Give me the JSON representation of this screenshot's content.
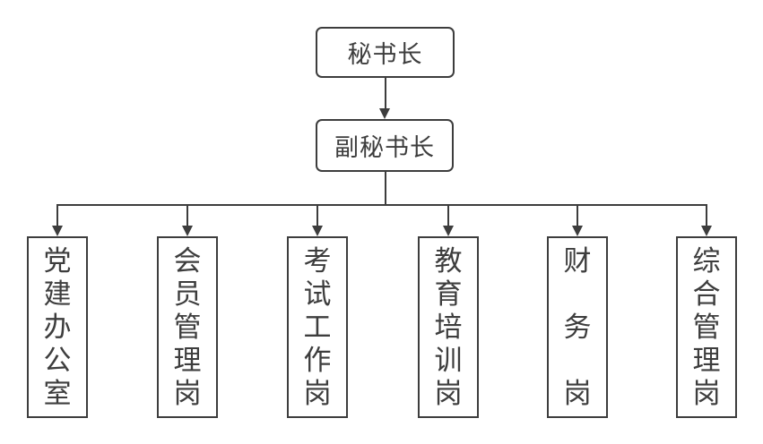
{
  "org": {
    "root": {
      "label": "秘书长"
    },
    "deputy": {
      "label": "副秘书长"
    },
    "children": [
      {
        "label": "党建办公室",
        "stack": "党\n建\n办\n公\n室"
      },
      {
        "label": "会员管理岗",
        "stack": "会\n员\n管\n理\n岗"
      },
      {
        "label": "考试工作岗",
        "stack": "考\n试\n工\n作\n岗"
      },
      {
        "label": "教育培训岗",
        "stack": "教\n育\n培\n训\n岗"
      },
      {
        "label": "财务岗",
        "stack": "财\n\n务\n\n岗"
      },
      {
        "label": "综合管理岗",
        "stack": "综\n合\n管\n理\n岗"
      }
    ]
  },
  "colors": {
    "line": "#3d3d3d",
    "text": "#3d3d3d",
    "background": "#ffffff"
  }
}
